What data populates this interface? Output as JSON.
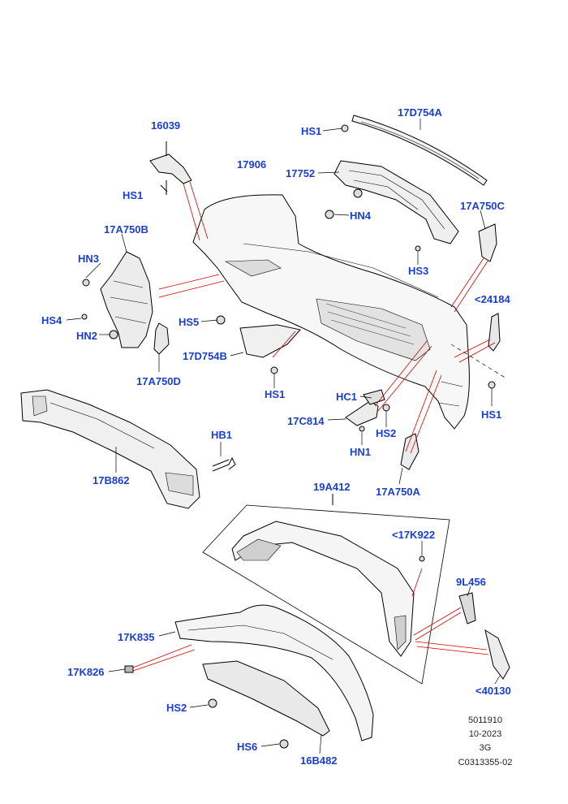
{
  "labels": {
    "p16039": "16039",
    "p17D754A": "17D754A",
    "pHS1a": "HS1",
    "p17906": "17906",
    "p17752": "17752",
    "pHS1b": "HS1",
    "pHN4": "HN4",
    "p17A750C": "17A750C",
    "p17A750B": "17A750B",
    "pHN3": "HN3",
    "pHS3": "HS3",
    "p24184": "<24184",
    "pHS4": "HS4",
    "pHS5": "HS5",
    "pHN2": "HN2",
    "p17D754B": "17D754B",
    "p17A750D": "17A750D",
    "pHS1c": "HS1",
    "pHS1d": "HS1",
    "pHC1": "HC1",
    "p17C814": "17C814",
    "pHS2a": "HS2",
    "pHN1": "HN1",
    "pHB1": "HB1",
    "p17B862": "17B862",
    "p17A750A": "17A750A",
    "p19A412": "19A412",
    "p17K922": "<17K922",
    "p9L456": "9L456",
    "p17K835": "17K835",
    "p17K826": "17K826",
    "p40130": "<40130",
    "pHS2b": "HS2",
    "pHS6": "HS6",
    "p16B482": "16B482"
  },
  "reference": {
    "line1": "5011910",
    "line2": "10-2023",
    "line3": "3G",
    "line4": "C0313355-02"
  }
}
